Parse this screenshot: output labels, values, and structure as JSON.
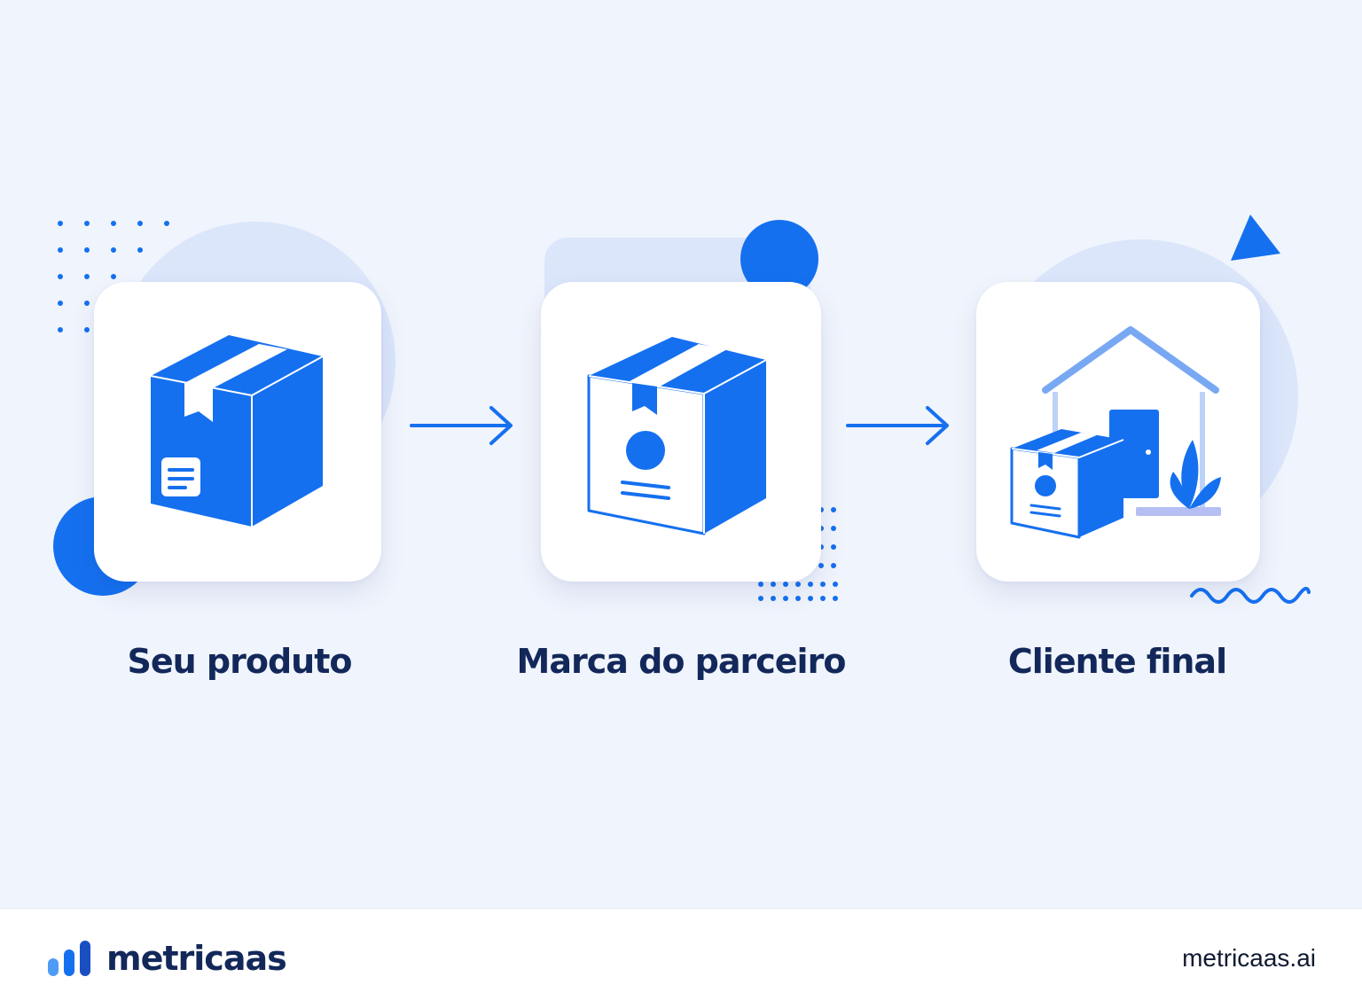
{
  "steps": [
    {
      "label": "Seu produto",
      "icon": "box-icon"
    },
    {
      "label": "Marca do parceiro",
      "icon": "branded-box-icon"
    },
    {
      "label": "Cliente final",
      "icon": "house-delivery-icon"
    }
  ],
  "footer": {
    "brand": "metricaas",
    "site": "metricaas.ai"
  },
  "colors": {
    "primary": "#1570ef",
    "light_blob": "#dbe6fb",
    "text": "#13285a",
    "background": "#f0f4fc"
  }
}
